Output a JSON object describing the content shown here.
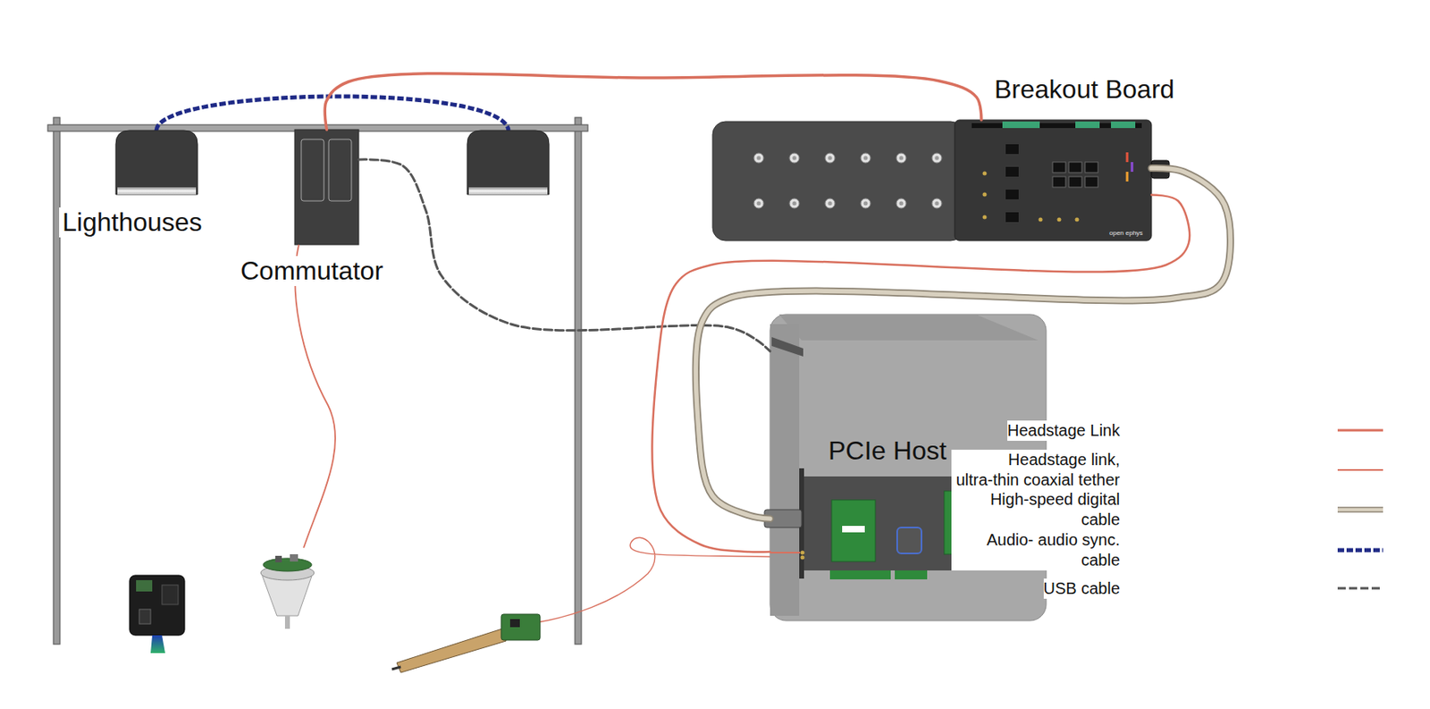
{
  "diagram": {
    "nodes": [
      {
        "text": [
          "Lighthouses"
        ]
      },
      {
        "text": [
          "Commutator"
        ]
      },
      {
        "text": [
          "Breakout Board"
        ]
      },
      {
        "text": [
          "PCIe Host"
        ]
      }
    ],
    "edges": [
      {
        "from": 1,
        "to": 2,
        "arrow": "none"
      },
      {
        "from": 1,
        "to": 3,
        "arrow": "none"
      },
      {
        "from": 2,
        "to": 3,
        "arrow": "none"
      },
      {
        "from": 2,
        "to": 3,
        "arrow": "none"
      }
    ],
    "labels": [
      "open ephys"
    ],
    "legend": [
      {
        "text": "Headstage Link"
      },
      {
        "text": "Headstage link, ultra-thin coaxial tether"
      },
      {
        "text": "High-speed digital cable"
      },
      {
        "text": "Audio- audio sync. cable"
      },
      {
        "text": "USB cable"
      }
    ]
  }
}
